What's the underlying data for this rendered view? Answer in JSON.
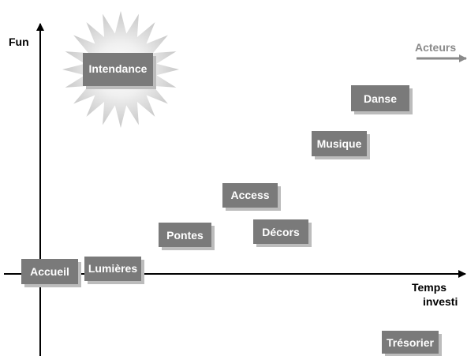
{
  "axes": {
    "y_label": "Fun",
    "x_label_line1": "Temps",
    "x_label_line2": "investi"
  },
  "legend": {
    "acteurs_label": "Acteurs"
  },
  "items": [
    {
      "label": "Intendance",
      "highlighted": true
    },
    {
      "label": "Danse"
    },
    {
      "label": "Musique"
    },
    {
      "label": "Access"
    },
    {
      "label": "Décors"
    },
    {
      "label": "Pontes"
    },
    {
      "label": "Accueil"
    },
    {
      "label": "Lumières"
    },
    {
      "label": "Trésorier"
    }
  ],
  "colors": {
    "box": "#7a7a7a",
    "box_shadow": "#bcbcbc",
    "burst": "#cfcfcf",
    "acteurs_arrow": "#8a8a8a"
  }
}
